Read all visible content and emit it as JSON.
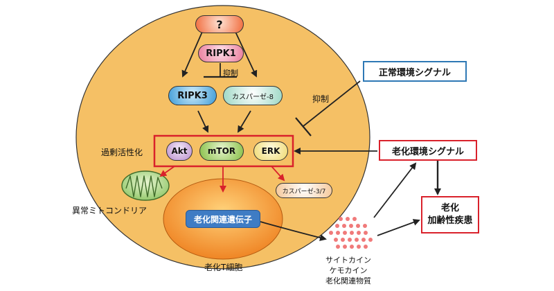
{
  "nodes": {
    "unknown": "?",
    "ripk1": "RIPK1",
    "ripk3": "RIPK3",
    "caspase8": "カスパーゼ-8",
    "akt": "Akt",
    "mtor": "mTOR",
    "erk": "ERK",
    "caspase37": "カスパーゼ-3/7",
    "aging_genes": "老化関連遺伝子"
  },
  "labels": {
    "inhibit_inner": "抑制",
    "inhibit_outer": "抑制",
    "hyperactivation": "過剰活性化",
    "abnormal_mito": "異常ミトコンドリア",
    "senescent_tcell": "老化T細胞",
    "secreted": [
      "サイトカイン",
      "ケモカイン",
      "老化関連物質"
    ]
  },
  "boxes": {
    "normal_env": "正常環境シグナル",
    "aging_env": "老化環境シグナル",
    "disease": [
      "老化",
      "加齢性疾患"
    ]
  },
  "colors": {
    "cell": "#F5C065",
    "nucleus": "#F08A2A",
    "red_frame": "#D9212B",
    "blue_frame": "#2E78B5",
    "ripk3": "#5EB3E4",
    "akt": "#C9A6D6",
    "mtor": "#9CCB5A",
    "erk": "#F6E79A",
    "aging_genes": "#3F7CC4"
  }
}
